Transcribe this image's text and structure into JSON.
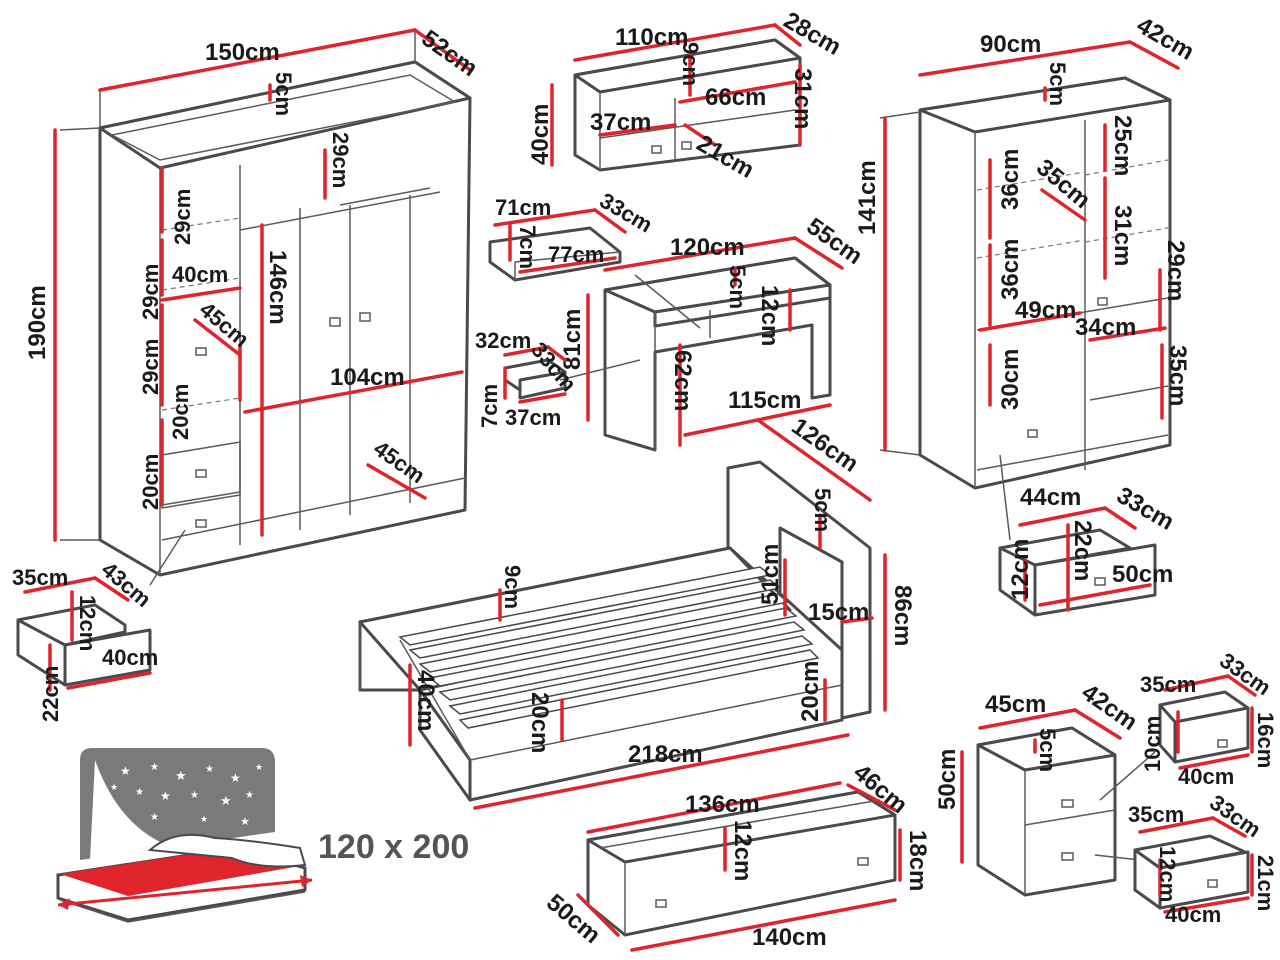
{
  "colors": {
    "dimension": "#e0242b",
    "outline": "#4a4a4a",
    "caption": "#555555",
    "mattress": "#e0242b"
  },
  "wardrobe": {
    "width": "150cm",
    "depth": "52cm",
    "height": "190cm",
    "top_gap": "5cm",
    "shelf_a": "29cm",
    "shelf_b": "29cm",
    "shelf_c": "29cm",
    "door_shelf": "29cm",
    "inner_width": "40cm",
    "inner_depth": "45cm",
    "low_shelf": "20cm",
    "drawer_h": "20cm",
    "door_height": "146cm",
    "rail_width": "104cm",
    "bottom_depth": "45cm"
  },
  "wardrobe_drawer": {
    "width": "35cm",
    "depth": "43cm",
    "front": "40cm",
    "inner_h": "12cm",
    "outer_h": "22cm"
  },
  "wall_shelf": {
    "width": "110cm",
    "depth": "28cm",
    "height": "40cm",
    "top": "9cm",
    "inner_width": "66cm",
    "inner_h": "31cm",
    "left_w": "37cm",
    "inner_d": "21cm"
  },
  "small_shelf": {
    "width": "71cm",
    "depth": "33cm",
    "height": "7cm",
    "inner": "77cm"
  },
  "desk": {
    "width": "120cm",
    "depth": "55cm",
    "height": "81cm",
    "top": "5cm",
    "drawer_h": "12cm",
    "leg_h": "62cm",
    "inner_width": "115cm"
  },
  "desk_drawer": {
    "width": "32cm",
    "depth": "33cm",
    "height": "7cm",
    "front": "37cm"
  },
  "bookcase": {
    "width": "90cm",
    "depth": "42cm",
    "height": "141cm",
    "top_gap": "5cm",
    "left_top": "36cm",
    "diag": "35cm",
    "right_top": "25cm",
    "left_mid": "36cm",
    "right_mid": "31cm",
    "right_side": "29cm",
    "inner_width": "49cm",
    "right_width": "34cm",
    "left_low": "30cm",
    "right_low": "35cm"
  },
  "bookcase_drawer": {
    "width": "44cm",
    "depth": "33cm",
    "inner_h": "22cm",
    "outer_h": "12cm",
    "front": "50cm"
  },
  "bed": {
    "head_depth": "126cm",
    "head_top": "5cm",
    "head_h": "51cm",
    "head_thick": "15cm",
    "head_total": "86cm",
    "slat_gap": "9cm",
    "side_h": "40cm",
    "frame_h": "20cm",
    "foot_h": "20cm",
    "length": "218cm"
  },
  "bed_drawer": {
    "width": "136cm",
    "depth": "46cm",
    "height": "18cm",
    "inner_h": "12cm",
    "front_d": "50cm",
    "front_w": "140cm"
  },
  "nightstand": {
    "width": "45cm",
    "depth": "42cm",
    "height": "50cm",
    "top": "5cm"
  },
  "ns_drawer_top": {
    "width": "35cm",
    "depth": "33cm",
    "inner": "10cm",
    "outer": "16cm",
    "front": "40cm"
  },
  "ns_drawer_bottom": {
    "width": "35cm",
    "depth": "33cm",
    "inner": "12cm",
    "outer": "21cm",
    "front": "40cm"
  },
  "mattress": {
    "size": "120 x 200"
  }
}
